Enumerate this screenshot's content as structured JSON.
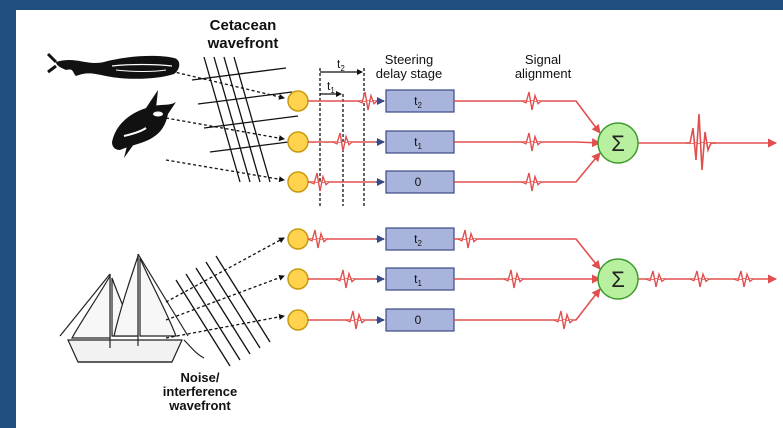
{
  "labels": {
    "cetacean_title_line1": "Cetacean",
    "cetacean_title_line2": "wavefront",
    "noise_title_line1": "Noise/",
    "noise_title_line2": "interference",
    "noise_title_line3": "wavefront",
    "steering_line1": "Steering",
    "steering_line2": "delay stage",
    "signal_line1": "Signal",
    "signal_line2": "alignment",
    "t2_base": "t",
    "t2_sub": "2",
    "t1_base": "t",
    "t1_sub": "1",
    "sum_symbol": "Σ"
  },
  "top_group": {
    "delays": [
      {
        "base": "t",
        "sub": "2"
      },
      {
        "base": "t",
        "sub": "1"
      },
      {
        "base": "0",
        "sub": ""
      }
    ]
  },
  "bottom_group": {
    "delays": [
      {
        "base": "t",
        "sub": "2"
      },
      {
        "base": "t",
        "sub": "1"
      },
      {
        "base": "0",
        "sub": ""
      }
    ]
  },
  "colors": {
    "background_frame": "#1e4f7e",
    "panel": "#ffffff",
    "signal_line": "#e0504e",
    "sensor_fill": "#ffd34d",
    "sensor_stroke": "#c89a10",
    "delay_box_fill": "#a9b4dc",
    "delay_box_stroke": "#3b4a86",
    "sum_fill": "#b8f0a0",
    "sum_stroke": "#3d9b2e",
    "wavefront": "#111111"
  }
}
